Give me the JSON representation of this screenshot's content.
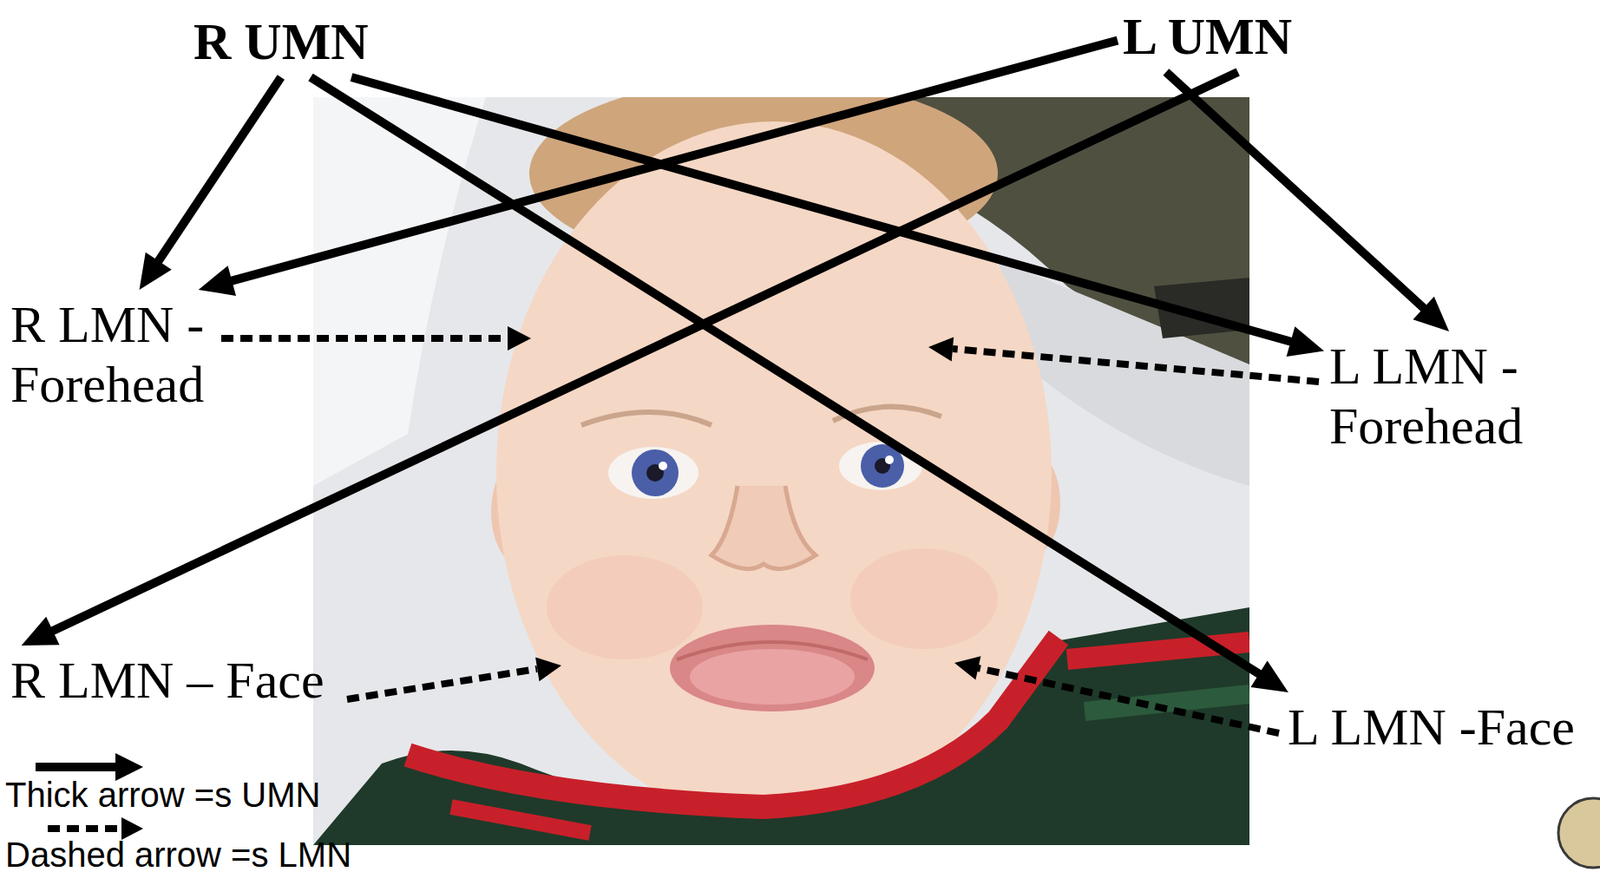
{
  "diagram": {
    "nodes": [
      {
        "text": [
          "R UMN"
        ]
      },
      {
        "text": [
          "L UMN"
        ]
      },
      {
        "text": [
          "R LMN - Forehead"
        ]
      },
      {
        "text": [
          "L LMN - Forehead"
        ]
      },
      {
        "text": [
          "R LMN – Face"
        ]
      },
      {
        "text": [
          "L LMN -Face"
        ]
      }
    ],
    "edges": [
      {
        "from": 0,
        "to": 2,
        "arrow": "to"
      },
      {
        "from": 0,
        "to": 3,
        "arrow": "to"
      },
      {
        "from": 0,
        "to": 5,
        "arrow": "to"
      },
      {
        "from": 1,
        "to": 2,
        "arrow": "to"
      },
      {
        "from": 1,
        "to": 3,
        "arrow": "to"
      },
      {
        "from": 1,
        "to": 4,
        "arrow": "to"
      }
    ],
    "legend": [
      {
        "text": "Thick arrow =s UMN"
      },
      {
        "text": "Dashed arrow =s LMN"
      }
    ]
  }
}
